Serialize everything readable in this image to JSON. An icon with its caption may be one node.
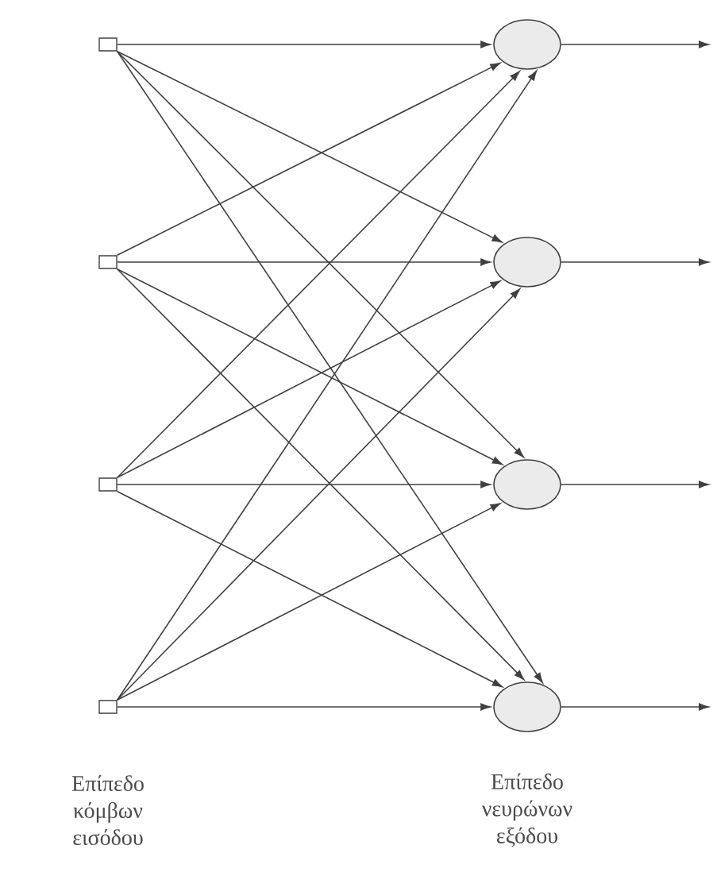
{
  "diagram": {
    "nodes": [
      {
        "text": [],
        "shape": "box"
      },
      {
        "text": [],
        "shape": "box"
      },
      {
        "text": [],
        "shape": "box"
      },
      {
        "text": [],
        "shape": "box"
      },
      {
        "text": [],
        "shape": "circle"
      },
      {
        "text": [],
        "shape": "circle"
      },
      {
        "text": [],
        "shape": "circle"
      },
      {
        "text": [],
        "shape": "circle"
      }
    ],
    "edges": [
      {
        "from": 0,
        "to": 4,
        "arrow": "to"
      },
      {
        "from": 0,
        "to": 5,
        "arrow": "to"
      },
      {
        "from": 0,
        "to": 6,
        "arrow": "to"
      },
      {
        "from": 0,
        "to": 7,
        "arrow": "to"
      },
      {
        "from": 1,
        "to": 4,
        "arrow": "to"
      },
      {
        "from": 1,
        "to": 5,
        "arrow": "to"
      },
      {
        "from": 1,
        "to": 6,
        "arrow": "to"
      },
      {
        "from": 1,
        "to": 7,
        "arrow": "to"
      },
      {
        "from": 2,
        "to": 4,
        "arrow": "to"
      },
      {
        "from": 2,
        "to": 5,
        "arrow": "to"
      },
      {
        "from": 2,
        "to": 6,
        "arrow": "to"
      },
      {
        "from": 2,
        "to": 7,
        "arrow": "to"
      },
      {
        "from": 3,
        "to": 4,
        "arrow": "to"
      },
      {
        "from": 3,
        "to": 5,
        "arrow": "to"
      },
      {
        "from": 3,
        "to": 6,
        "arrow": "to"
      },
      {
        "from": 3,
        "to": 7,
        "arrow": "to"
      },
      {
        "from": 4,
        "to": null,
        "arrow": "to"
      },
      {
        "from": 5,
        "to": null,
        "arrow": "to"
      },
      {
        "from": 6,
        "to": null,
        "arrow": "to"
      },
      {
        "from": 7,
        "to": null,
        "arrow": "to"
      }
    ],
    "labels": [
      "Επίπεδο κόμβων εισόδου",
      "Επίπεδο νευρώνων εξόδου"
    ]
  }
}
